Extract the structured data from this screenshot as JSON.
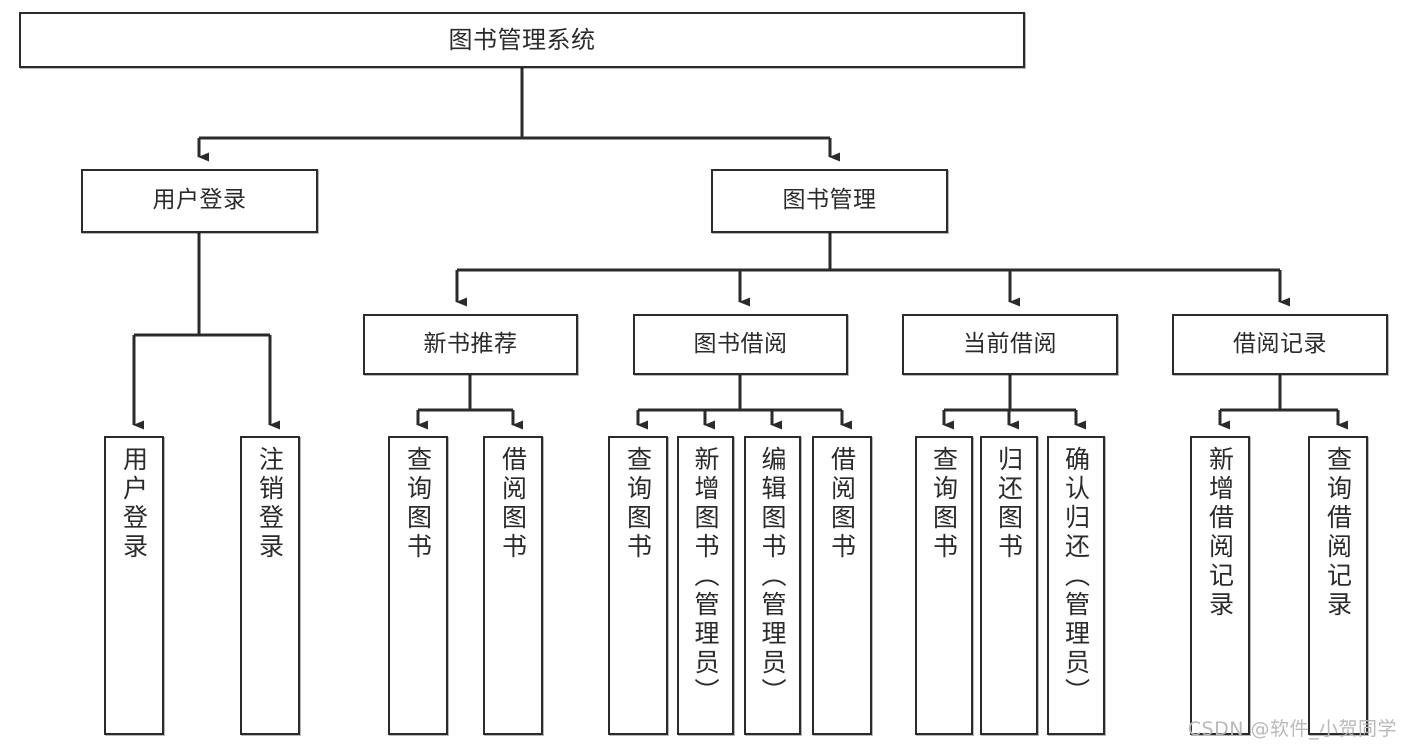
{
  "diagram": {
    "title": "图书管理系统",
    "type": "tree-hierarchy",
    "levels": [
      {
        "level": 1,
        "nodes": [
          {
            "id": "root",
            "label": "图书管理系统",
            "orientation": "horizontal"
          }
        ]
      },
      {
        "level": 2,
        "nodes": [
          {
            "id": "user-login",
            "label": "用户登录",
            "orientation": "horizontal",
            "parent": "root"
          },
          {
            "id": "book-manage",
            "label": "图书管理",
            "orientation": "horizontal",
            "parent": "root"
          }
        ]
      },
      {
        "level": 3,
        "nodes": [
          {
            "id": "new-book-rec",
            "label": "新书推荐",
            "orientation": "horizontal",
            "parent": "book-manage"
          },
          {
            "id": "book-borrow",
            "label": "图书借阅",
            "orientation": "horizontal",
            "parent": "book-manage"
          },
          {
            "id": "current-borrow",
            "label": "当前借阅",
            "orientation": "horizontal",
            "parent": "book-manage"
          },
          {
            "id": "borrow-record",
            "label": "借阅记录",
            "orientation": "horizontal",
            "parent": "book-manage"
          }
        ]
      },
      {
        "level": 4,
        "nodes": [
          {
            "id": "leaf-user-login",
            "label": "用户登录",
            "orientation": "vertical",
            "parent": "user-login"
          },
          {
            "id": "leaf-logout",
            "label": "注销登录",
            "orientation": "vertical",
            "parent": "user-login"
          },
          {
            "id": "leaf-query-book-1",
            "label": "查询图书",
            "orientation": "vertical",
            "parent": "new-book-rec"
          },
          {
            "id": "leaf-borrow-book-1",
            "label": "借阅图书",
            "orientation": "vertical",
            "parent": "new-book-rec"
          },
          {
            "id": "leaf-query-book-2",
            "label": "查询图书",
            "orientation": "vertical",
            "parent": "book-borrow"
          },
          {
            "id": "leaf-add-book",
            "label": "新增图书（管理员）",
            "orientation": "vertical",
            "parent": "book-borrow"
          },
          {
            "id": "leaf-edit-book",
            "label": "编辑图书（管理员）",
            "orientation": "vertical",
            "parent": "book-borrow"
          },
          {
            "id": "leaf-borrow-book-2",
            "label": "借阅图书",
            "orientation": "vertical",
            "parent": "book-borrow"
          },
          {
            "id": "leaf-query-book-3",
            "label": "查询图书",
            "orientation": "vertical",
            "parent": "current-borrow"
          },
          {
            "id": "leaf-return-book",
            "label": "归还图书",
            "orientation": "vertical",
            "parent": "current-borrow"
          },
          {
            "id": "leaf-confirm-return",
            "label": "确认归还（管理员）",
            "orientation": "vertical",
            "parent": "current-borrow"
          },
          {
            "id": "leaf-add-record",
            "label": "新增借阅记录",
            "orientation": "vertical",
            "parent": "borrow-record"
          },
          {
            "id": "leaf-query-record",
            "label": "查询借阅记录",
            "orientation": "vertical",
            "parent": "borrow-record"
          }
        ]
      }
    ],
    "colors": {
      "stroke": "#2b2b2b",
      "fill": "#ffffff",
      "text": "#2b2b2b",
      "watermark": "#b9b9b9"
    }
  },
  "watermark": {
    "text": "CSDN @软件_小贺同学"
  }
}
